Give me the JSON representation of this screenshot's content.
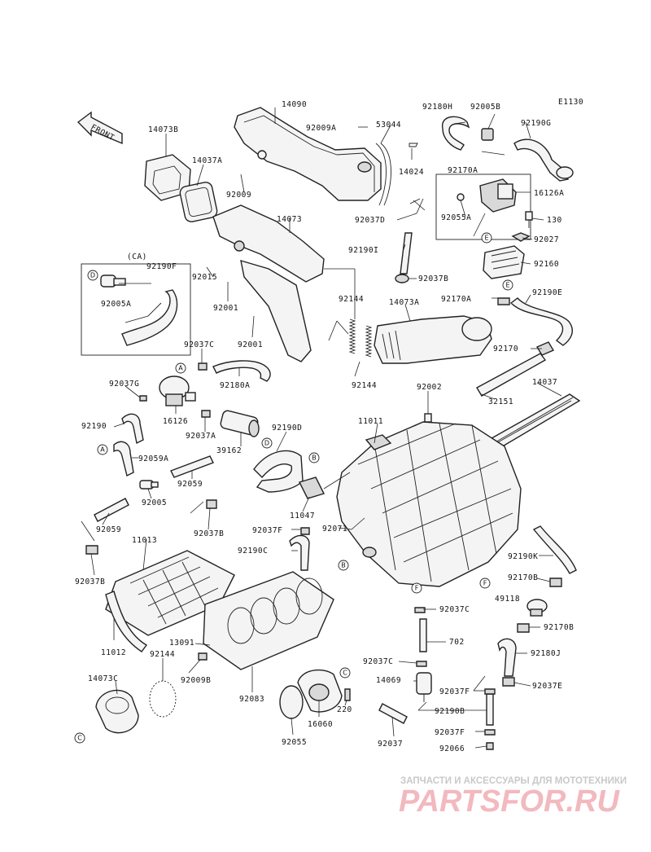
{
  "diagram_code": "E1130",
  "front_label": "FRONT",
  "ca_label": "(CA)",
  "callouts": [
    {
      "id": "p14090",
      "text": "14090"
    },
    {
      "id": "p92180H",
      "text": "92180H"
    },
    {
      "id": "p92005B",
      "text": "92005B"
    },
    {
      "id": "p14073B",
      "text": "14073B"
    },
    {
      "id": "p92009A",
      "text": "92009A"
    },
    {
      "id": "p53044",
      "text": "53044"
    },
    {
      "id": "p92190G",
      "text": "92190G"
    },
    {
      "id": "p14037A",
      "text": "14037A"
    },
    {
      "id": "p14024",
      "text": "14024"
    },
    {
      "id": "p92170A_top",
      "text": "92170A"
    },
    {
      "id": "p16126A",
      "text": "16126A"
    },
    {
      "id": "p92009",
      "text": "92009"
    },
    {
      "id": "p92055A",
      "text": "92055A"
    },
    {
      "id": "p14073",
      "text": "14073"
    },
    {
      "id": "p92037D",
      "text": "92037D"
    },
    {
      "id": "p130",
      "text": "130"
    },
    {
      "id": "p92027",
      "text": "92027"
    },
    {
      "id": "p92190I",
      "text": "92190I"
    },
    {
      "id": "p92160",
      "text": "92160"
    },
    {
      "id": "p92190F",
      "text": "92190F"
    },
    {
      "id": "p92015",
      "text": "92015"
    },
    {
      "id": "p92037B_top",
      "text": "92037B"
    },
    {
      "id": "p92005A",
      "text": "92005A"
    },
    {
      "id": "p92001_a",
      "text": "92001"
    },
    {
      "id": "p92144_top",
      "text": "92144"
    },
    {
      "id": "p92170A_mid",
      "text": "92170A"
    },
    {
      "id": "p92190E",
      "text": "92190E"
    },
    {
      "id": "p14073A",
      "text": "14073A"
    },
    {
      "id": "p92001_b",
      "text": "92001"
    },
    {
      "id": "p92037G",
      "text": "92037G"
    },
    {
      "id": "p92170",
      "text": "92170"
    },
    {
      "id": "p92180A",
      "text": "92180A"
    },
    {
      "id": "p14037",
      "text": "14037"
    },
    {
      "id": "p92037C_top",
      "text": "92037C"
    },
    {
      "id": "p32151",
      "text": "32151"
    },
    {
      "id": "p92144_mid",
      "text": "92144"
    },
    {
      "id": "p16126",
      "text": "16126"
    },
    {
      "id": "p92002",
      "text": "92002"
    },
    {
      "id": "p92190",
      "text": "92190"
    },
    {
      "id": "p92037A",
      "text": "92037A"
    },
    {
      "id": "p11011",
      "text": "11011"
    },
    {
      "id": "p92190D",
      "text": "92190D"
    },
    {
      "id": "p39162",
      "text": "39162"
    },
    {
      "id": "p92059A",
      "text": "92059A"
    },
    {
      "id": "p92059_a",
      "text": "92059"
    },
    {
      "id": "p92005",
      "text": "92005"
    },
    {
      "id": "p11047",
      "text": "11047"
    },
    {
      "id": "p92037B_mid",
      "text": "92037B"
    },
    {
      "id": "p92059_b",
      "text": "92059"
    },
    {
      "id": "p92037F_a",
      "text": "92037F"
    },
    {
      "id": "p92071",
      "text": "92071"
    },
    {
      "id": "p11013",
      "text": "11013"
    },
    {
      "id": "p92190C",
      "text": "92190C"
    },
    {
      "id": "p92190K",
      "text": "92190K"
    },
    {
      "id": "p92037B_bot",
      "text": "92037B"
    },
    {
      "id": "p92170B",
      "text": "92170B"
    },
    {
      "id": "p49118",
      "text": "49118"
    },
    {
      "id": "p92037C_mid",
      "text": "92037C"
    },
    {
      "id": "p92170B_b",
      "text": "92170B"
    },
    {
      "id": "p13091",
      "text": "13091"
    },
    {
      "id": "p702",
      "text": "702"
    },
    {
      "id": "p11012",
      "text": "11012"
    },
    {
      "id": "p92144_bot",
      "text": "92144"
    },
    {
      "id": "p92180J",
      "text": "92180J"
    },
    {
      "id": "p92009B",
      "text": "92009B"
    },
    {
      "id": "p92037C_bot",
      "text": "92037C"
    },
    {
      "id": "p14069",
      "text": "14069"
    },
    {
      "id": "p92037F_b",
      "text": "92037F"
    },
    {
      "id": "p92037E",
      "text": "92037E"
    },
    {
      "id": "p14073C",
      "text": "14073C"
    },
    {
      "id": "p92083",
      "text": "92083"
    },
    {
      "id": "p16060",
      "text": "16060"
    },
    {
      "id": "p220",
      "text": "220"
    },
    {
      "id": "p92190B",
      "text": "92190B"
    },
    {
      "id": "p92055",
      "text": "92055"
    },
    {
      "id": "p92037",
      "text": "92037"
    },
    {
      "id": "p92037F_c",
      "text": "92037F"
    },
    {
      "id": "p92066",
      "text": "92066"
    }
  ],
  "refs": [
    {
      "id": "rD_ca",
      "text": "D"
    },
    {
      "id": "rE_top",
      "text": "E"
    },
    {
      "id": "rE_mid",
      "text": "E"
    },
    {
      "id": "rA_16126",
      "text": "A"
    },
    {
      "id": "rD_mid",
      "text": "D"
    },
    {
      "id": "rB_mid",
      "text": "B"
    },
    {
      "id": "rA_left",
      "text": "A"
    },
    {
      "id": "rB_bot",
      "text": "B"
    },
    {
      "id": "rF_mid",
      "text": "F"
    },
    {
      "id": "rF_bot",
      "text": "F"
    },
    {
      "id": "rC_bot",
      "text": "C"
    },
    {
      "id": "rC_left",
      "text": "C"
    }
  ],
  "watermark": {
    "caption": "ЗАПЧАСТИ И АКСЕССУАРЫ ДЛЯ МОТОТЕХНИКИ",
    "logo": "PARTSFOR.RU"
  }
}
